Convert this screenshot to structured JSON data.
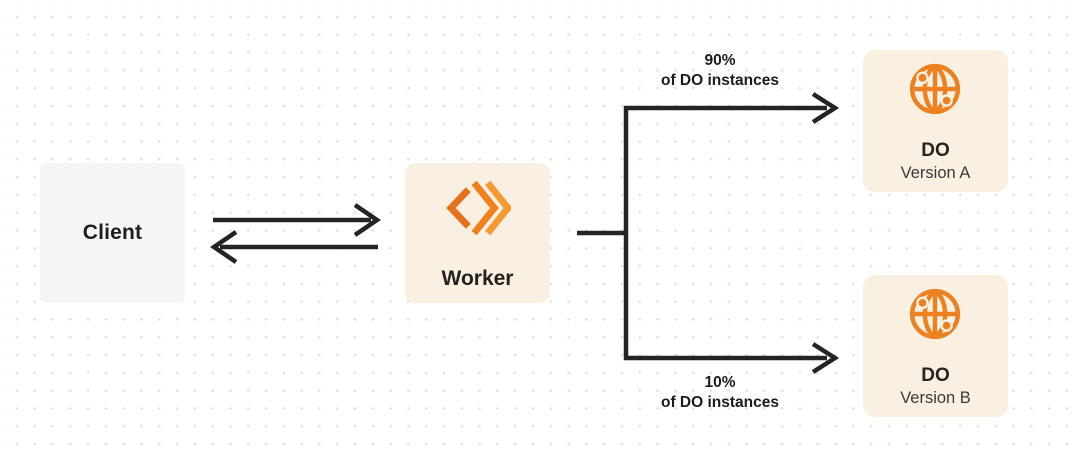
{
  "nodes": {
    "client": {
      "label": "Client"
    },
    "worker": {
      "label": "Worker",
      "icon": "workers-brackets-icon"
    },
    "do_version_a": {
      "title": "DO",
      "subtitle": "Version A",
      "icon": "globe-icon"
    },
    "do_version_b": {
      "title": "DO",
      "subtitle": "Version B",
      "icon": "globe-icon"
    }
  },
  "edges": {
    "client_worker": {
      "type": "bidirectional-arrows"
    },
    "to_version_a": {
      "label_line1": "90%",
      "label_line2": "of DO instances"
    },
    "to_version_b": {
      "label_line1": "10%",
      "label_line2": "of DO instances"
    }
  },
  "colors": {
    "accent_orange": "#ED8122",
    "worker_bracket_orange": "#E8701B",
    "panel_cream": "#FAF0E1",
    "panel_gray": "#F5F5F6",
    "line_dark": "#242424",
    "dot_grid": "#E2E2E3"
  }
}
